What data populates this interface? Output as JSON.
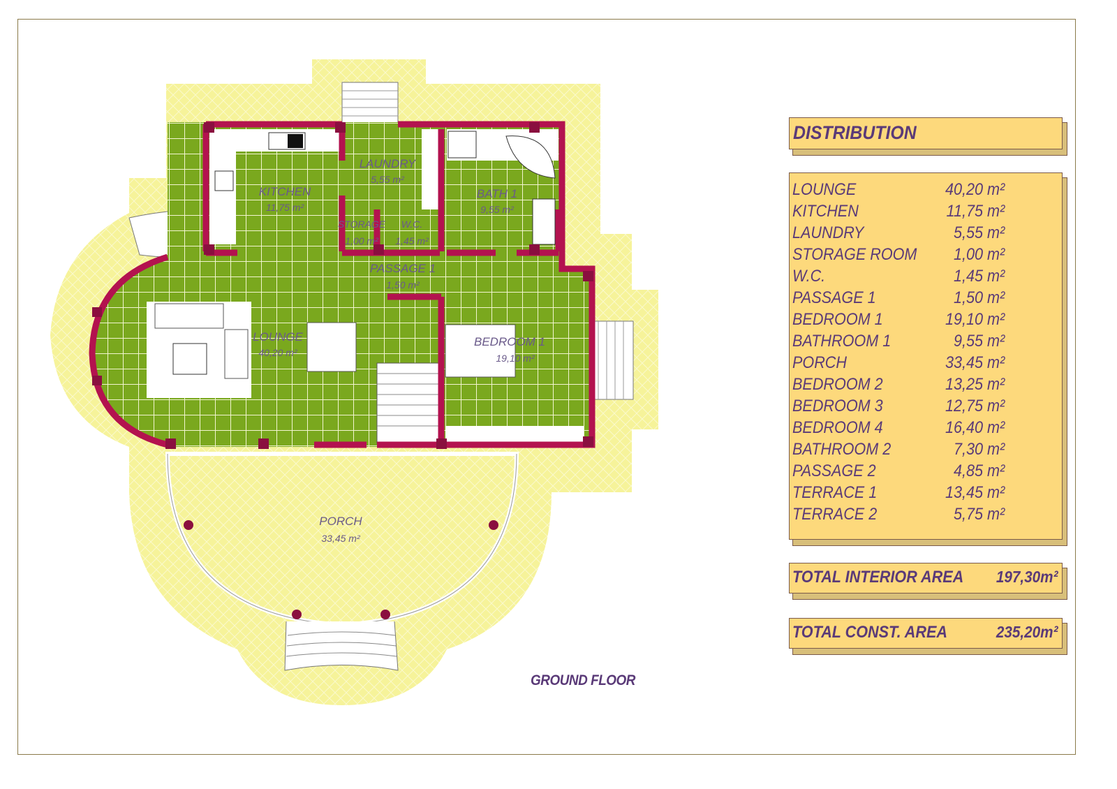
{
  "plan": {
    "title": "GROUND FLOOR",
    "rooms": [
      {
        "name": "KITCHEN",
        "area": "11,75 m²"
      },
      {
        "name": "LAUNDRY",
        "area": "5,55 m²"
      },
      {
        "name": "BATH 1",
        "area": "9,55 m²"
      },
      {
        "name": "STORAGE",
        "area": "1,00 m²"
      },
      {
        "name": "W.C.",
        "area": "1,45 m²"
      },
      {
        "name": "PASSAGE 1",
        "area": "1,50 m²"
      },
      {
        "name": "LOUNGE",
        "area": "40,20 m²"
      },
      {
        "name": "BEDROOM 1",
        "area": "19,10 m²"
      },
      {
        "name": "PORCH",
        "area": "33,45 m²"
      }
    ],
    "colors": {
      "floor": "#7aa81e",
      "terrace": "#f6f39a",
      "walls": "#b3124f",
      "text": "#5a3a78",
      "panel": "#fdd97c"
    }
  },
  "distribution": {
    "title": "DISTRIBUTION",
    "items": [
      {
        "name": "LOUNGE",
        "area": "40,20 m²"
      },
      {
        "name": "KITCHEN",
        "area": "11,75 m²"
      },
      {
        "name": "LAUNDRY",
        "area": "5,55 m²"
      },
      {
        "name": "STORAGE ROOM",
        "area": "1,00 m²"
      },
      {
        "name": "W.C.",
        "area": "1,45 m²"
      },
      {
        "name": "PASSAGE 1",
        "area": "1,50 m²"
      },
      {
        "name": "BEDROOM 1",
        "area": "19,10 m²"
      },
      {
        "name": "BATHROOM 1",
        "area": "9,55 m²"
      },
      {
        "name": "PORCH",
        "area": "33,45 m²"
      },
      {
        "name": "BEDROOM 2",
        "area": "13,25 m²"
      },
      {
        "name": "BEDROOM 3",
        "area": "12,75 m²"
      },
      {
        "name": "BEDROOM 4",
        "area": "16,40 m²"
      },
      {
        "name": "BATHROOM 2",
        "area": "7,30 m²"
      },
      {
        "name": "PASSAGE 2",
        "area": "4,85 m²"
      },
      {
        "name": "TERRACE 1",
        "area": "13,45 m²"
      },
      {
        "name": "TERRACE 2",
        "area": "5,75 m²"
      }
    ],
    "total_interior": {
      "label": "TOTAL INTERIOR AREA",
      "value": "197,30m²"
    },
    "total_const": {
      "label": "TOTAL CONST. AREA",
      "value": "235,20m²"
    }
  }
}
